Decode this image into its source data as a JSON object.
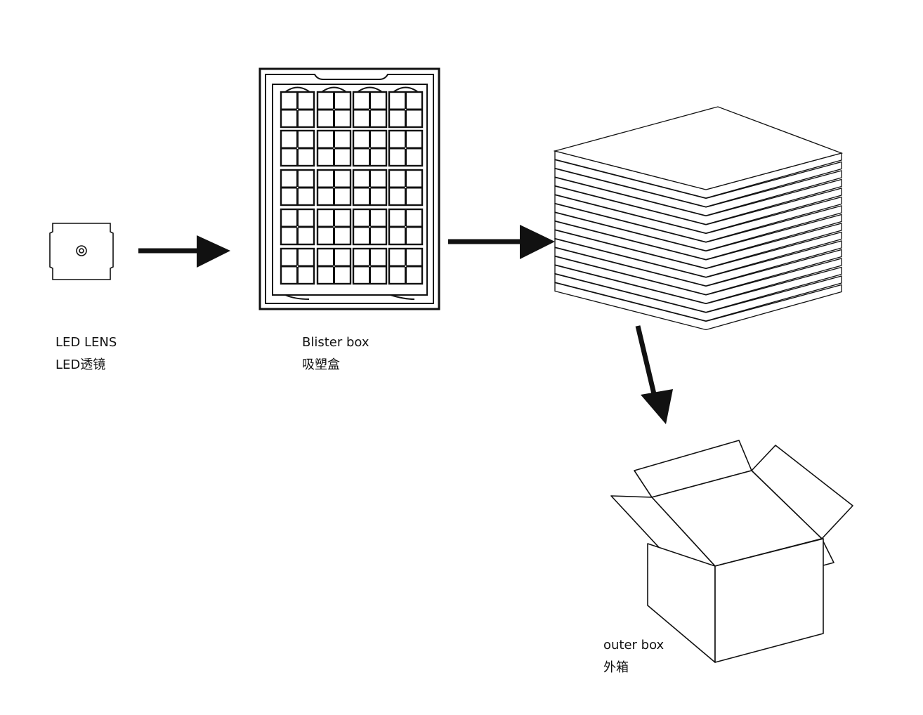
{
  "stages": [
    {
      "id": "led",
      "label_en": "LED LENS",
      "label_cn": "LED透镜",
      "icon": "led-lens-icon"
    },
    {
      "id": "blister",
      "label_en": "Blister box",
      "label_cn": "吸塑盒",
      "icon": "blister-tray-icon"
    },
    {
      "id": "stack",
      "label_en": "",
      "label_cn": "",
      "icon": "stacked-trays-icon"
    },
    {
      "id": "outer",
      "label_en": "outer box",
      "label_cn": "外箱",
      "icon": "cardboard-box-icon"
    }
  ],
  "colors": {
    "stroke": "#111111",
    "fill": "#ffffff"
  }
}
